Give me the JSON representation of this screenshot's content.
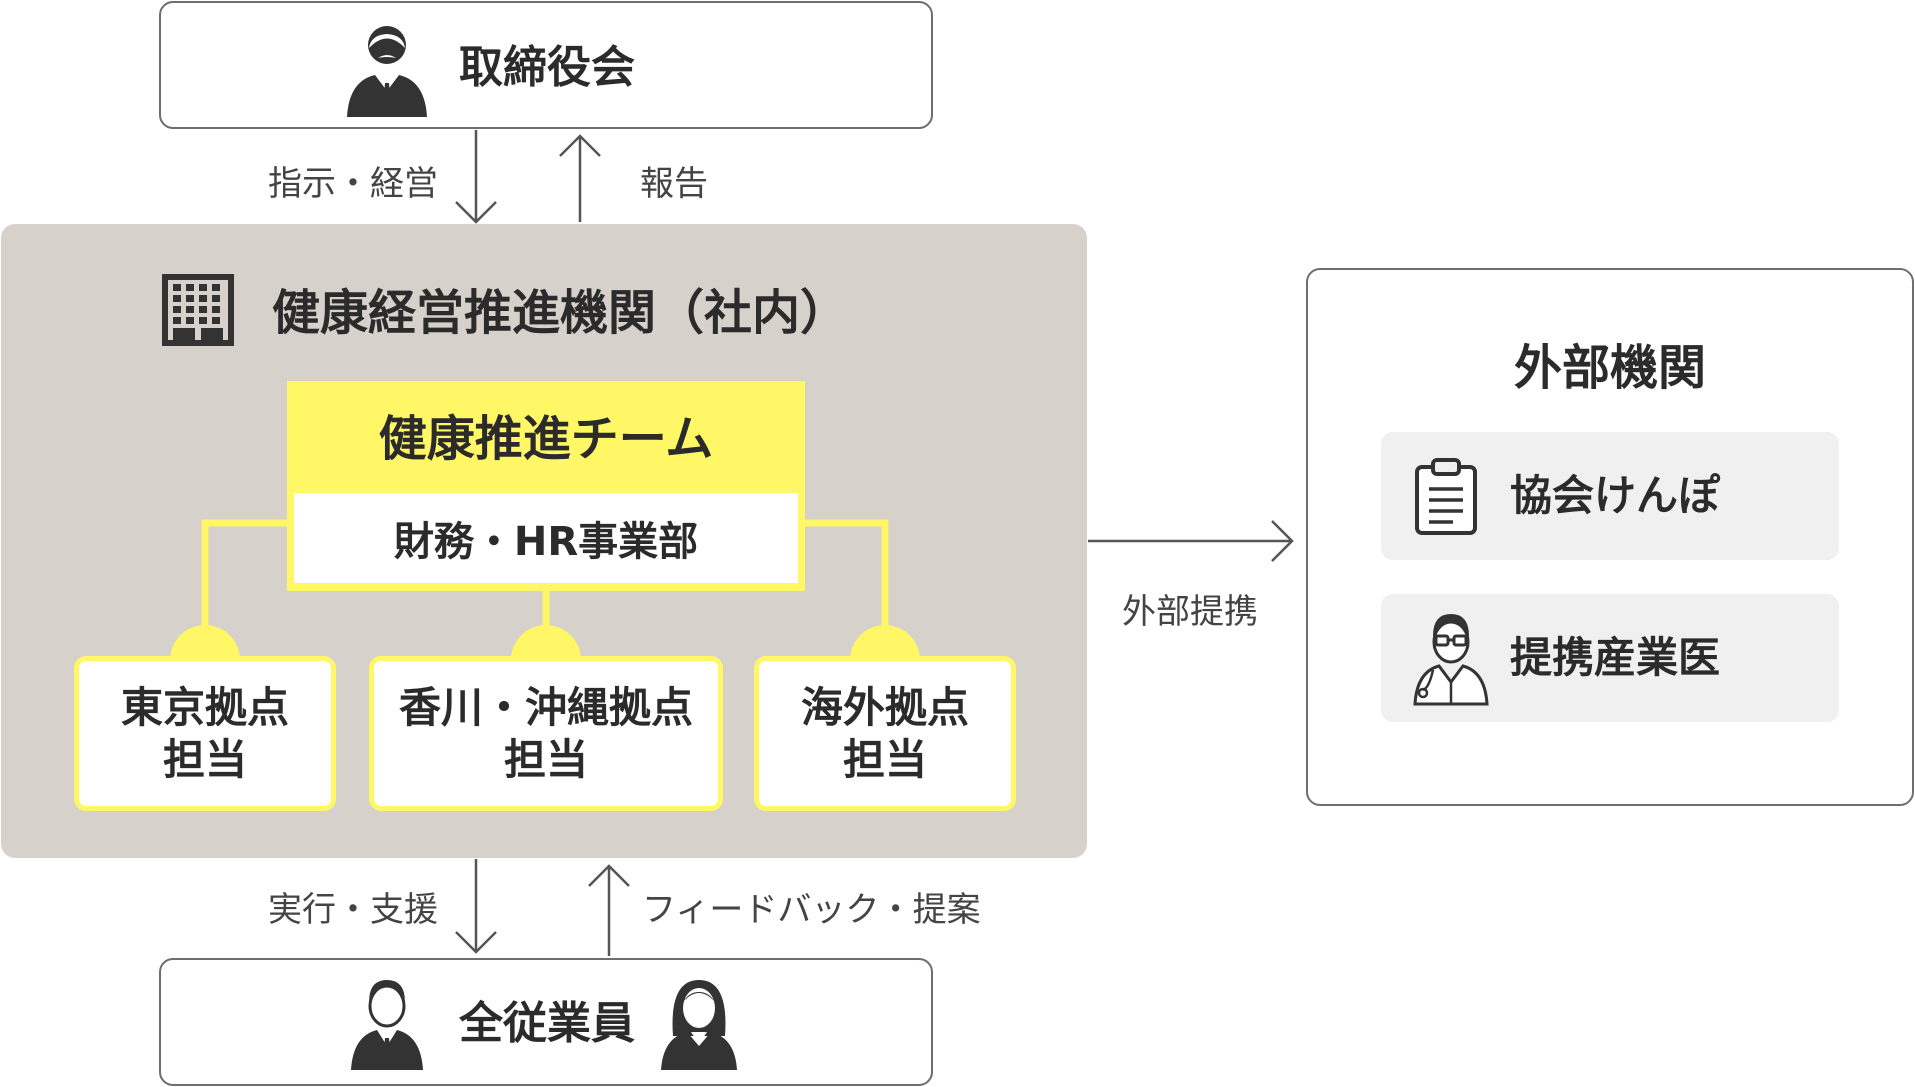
{
  "board": {
    "title": "取締役会",
    "icon": "executive-icon"
  },
  "labels": {
    "direction": "指示・経営",
    "report": "報告",
    "execution": "実行・支援",
    "feedback": "フィードバック・提案",
    "external_partnership": "外部提携"
  },
  "org": {
    "title": "健康経営推進機関（社内）",
    "icon": "building-icon",
    "team": {
      "title": "健康推進チーム",
      "department": "財務・HR事業部"
    },
    "branches": [
      {
        "line1": "東京拠点",
        "line2": "担当"
      },
      {
        "line1": "香川・沖縄拠点",
        "line2": "担当"
      },
      {
        "line1": "海外拠点",
        "line2": "担当"
      }
    ]
  },
  "external": {
    "title": "外部機関",
    "items": [
      {
        "label": "協会けんぽ",
        "icon": "clipboard-icon"
      },
      {
        "label": "提携産業医",
        "icon": "doctor-icon"
      }
    ]
  },
  "staff": {
    "title": "全従業員",
    "icons": [
      "male-employee-icon",
      "female-employee-icon"
    ]
  },
  "colors": {
    "accent_yellow": "#fff766",
    "panel_gray": "#d6d1ca",
    "item_gray": "#f0f0f0",
    "border": "#6e6e6e",
    "text": "#2b2b2b"
  }
}
